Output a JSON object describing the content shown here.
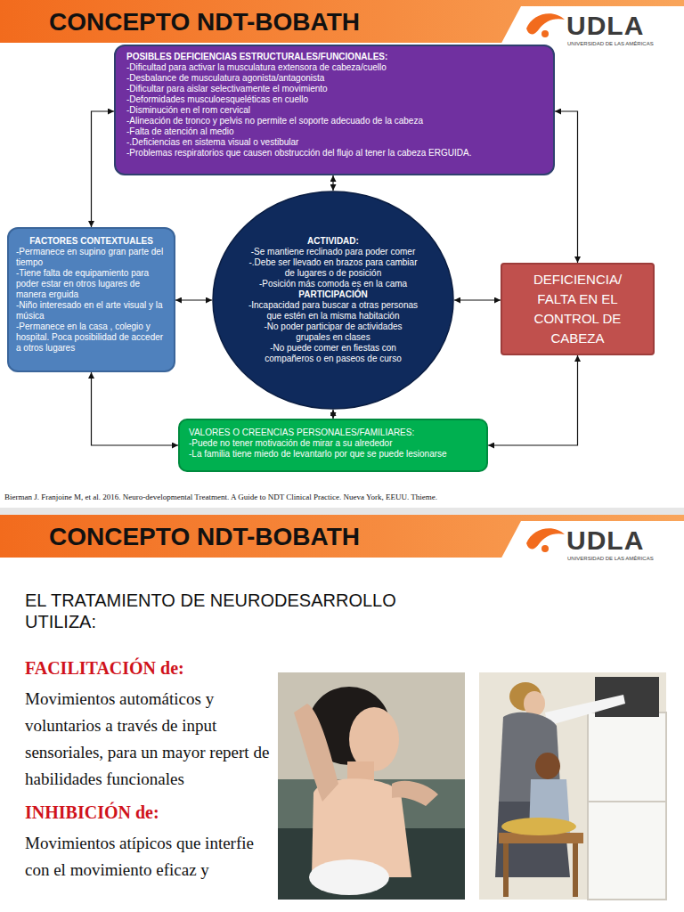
{
  "diagram": {
    "title": "CONCEPTO NDT-BOBATH",
    "nodes": [
      {
        "text": [
          "POSIBLES DEFICIENCIAS ESTRUCTURALES/FUNCIONALES:",
          "-Dificultad para activar la musculatura extensora de cabeza/cuello",
          "-Desbalance de musculatura agonista/antagonista",
          "-Dificultar para aislar selectivamente el movimiento",
          "-Deformidades musculoesqueléticas en cuello",
          "-Disminución en el rom cervical",
          "-Alineación de tronco y pelvis no permite el soporte adecuado de la cabeza",
          "-Falta de atención al medio",
          "-.Deficiencias en sistema visual o vestibular",
          "-Problemas respiratorios que causen obstrucción del flujo al tener la cabeza ERGUIDA."
        ]
      },
      {
        "text": [
          "FACTORES CONTEXTUALES",
          "-Permanece en supino gran parte del tiempo",
          "-Tiene falta de equipamiento para poder estar en otros lugares de manera erguida",
          "-Niño interesado en el arte visual y la música",
          "-Permanece en la casa , colegio y hospital. Poca posibilidad de acceder a otros lugares"
        ]
      },
      {
        "text": [
          "ACTIVIDAD:",
          "-Se mantiene reclinado para poder comer",
          "-.Debe ser llevado en brazos para cambiar de lugares o de posición",
          "-Posición más comoda es en la cama",
          "PARTICIPACIÓN",
          "-Incapacidad para buscar a otras personas que estén en la misma habitación",
          "-No poder participar de actividades grupales en clases",
          "-No puede comer en fiestas con compañeros o en paseos de curso"
        ]
      },
      {
        "text": [
          "DEFICIENCIA/ FALTA EN EL CONTROL DE CABEZA"
        ]
      },
      {
        "text": [
          "VALORES O CREENCIAS PERSONALES/FAMILIARES:",
          "-Puede no tener motivación de mirar a su alrededor",
          "-La familia tiene miedo de levantarlo por que se puede lesionarse"
        ]
      }
    ],
    "edges": [
      {
        "from": 0,
        "to": 2,
        "arrow": "both"
      },
      {
        "from": 0,
        "to": 1,
        "arrow": "both"
      },
      {
        "from": 0,
        "to": 3,
        "arrow": "both"
      },
      {
        "from": 1,
        "to": 2,
        "arrow": "both"
      },
      {
        "from": 2,
        "to": 3,
        "arrow": "both"
      },
      {
        "from": 2,
        "to": 4,
        "arrow": "both"
      },
      {
        "from": 1,
        "to": 4,
        "arrow": "both"
      },
      {
        "from": 3,
        "to": 4,
        "arrow": "both"
      }
    ],
    "labels": [
      "UDLA",
      "UNIVERSIDAD DE LAS AMÉRICAS",
      "Bierman J. Franjoine M, et al. 2016. Neuro-developmental Treatment. A Guide to NDT Clinical Practice. Nueva York, EEUU. Thieme.",
      "CONCEPTO NDT-BOBATH",
      "UDLA",
      "UNIVERSIDAD DE LAS AMÉRICAS",
      "EL TRATAMIENTO DE NEURODESARROLLO UTILIZA:",
      "FACILITACIÓN de:",
      "Movimientos automáticos y voluntarios a través de input sensoriales, para un mayor repert de habilidades funcionales",
      "INHIBICIÓN de:",
      "Movimientos atípicos que interfie con el movimiento eficaz y"
    ]
  }
}
